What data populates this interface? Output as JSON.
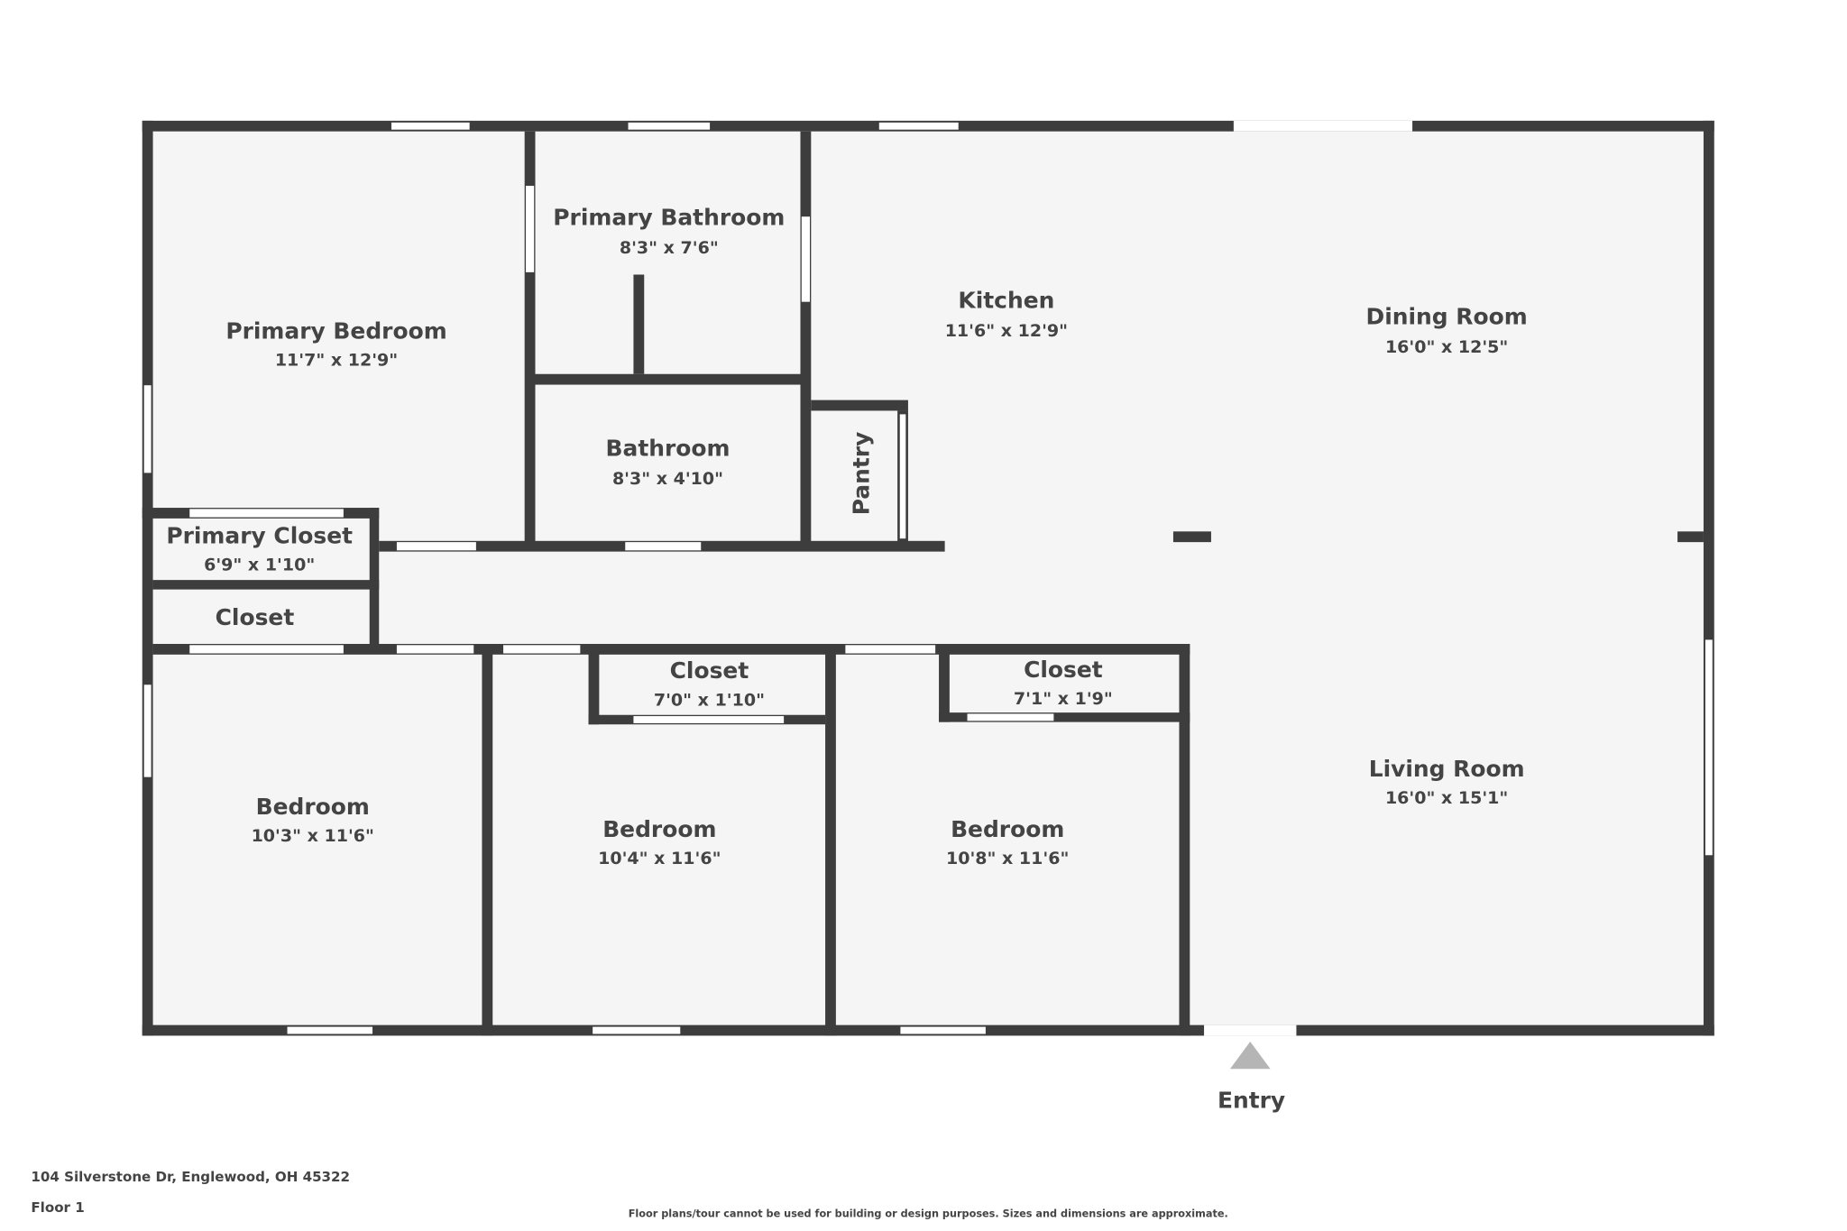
{
  "rooms": {
    "primary_bedroom": {
      "name": "Primary Bedroom",
      "dim": "11'7\" x 12'9\""
    },
    "primary_bathroom": {
      "name": "Primary Bathroom",
      "dim": "8'3\" x 7'6\""
    },
    "kitchen": {
      "name": "Kitchen",
      "dim": "11'6\" x 12'9\""
    },
    "dining_room": {
      "name": "Dining Room",
      "dim": "16'0\" x 12'5\""
    },
    "bathroom": {
      "name": "Bathroom",
      "dim": "8'3\" x 4'10\""
    },
    "pantry": {
      "name": "Pantry"
    },
    "primary_closet": {
      "name": "Primary Closet",
      "dim": "6'9\" x 1'10\""
    },
    "closet_hall": {
      "name": "Closet"
    },
    "closet_1": {
      "name": "Closet",
      "dim": "7'0\" x 1'10\""
    },
    "closet_2": {
      "name": "Closet",
      "dim": "7'1\" x 1'9\""
    },
    "bedroom_1": {
      "name": "Bedroom",
      "dim": "10'3\" x 11'6\""
    },
    "bedroom_2": {
      "name": "Bedroom",
      "dim": "10'4\" x 11'6\""
    },
    "bedroom_3": {
      "name": "Bedroom",
      "dim": "10'8\" x 11'6\""
    },
    "living_room": {
      "name": "Living Room",
      "dim": "16'0\" x 15'1\""
    }
  },
  "entry_label": "Entry",
  "footer": {
    "address": "104 Silverstone Dr, Englewood, OH 45322",
    "floor": "Floor 1",
    "disclaimer": "Floor plans/tour cannot be used for building or design purposes. Sizes and dimensions are approximate."
  },
  "colors": {
    "wall": "#3d3d3d",
    "floor": "#f5f5f5",
    "text": "#444444",
    "entry_marker": "#b5b5b5"
  }
}
